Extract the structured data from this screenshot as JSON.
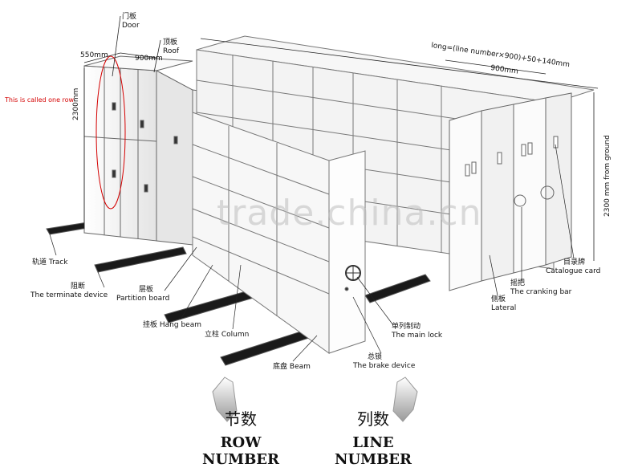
{
  "colors": {
    "accent_red": "#d40000",
    "line": "#333333",
    "cabinet": "#f2f2f2",
    "track": "#1a1a1a"
  },
  "annotation": "This is called one row",
  "dimensions": {
    "depth": "550mm",
    "width": "900mm",
    "height": "2300mm",
    "overall_length": "long=(line number×900)+50+140mm",
    "column_width": "900mm",
    "height_from_ground": "2300 mm from ground"
  },
  "labels": {
    "door": {
      "cn": "门板",
      "en": "Door"
    },
    "roof": {
      "cn": "顶板",
      "en": "Roof"
    },
    "track": {
      "cn": "轨道",
      "en": "Track"
    },
    "terminate": {
      "cn": "阻断",
      "en": "The terminate device"
    },
    "partition": {
      "cn": "层板",
      "en": "Partition board"
    },
    "hang_beam": {
      "cn": "挂板",
      "en": "Hang beam"
    },
    "column": {
      "cn": "立柱",
      "en": "Column"
    },
    "chassis": {
      "cn": "底盘",
      "en": "Beam"
    },
    "brake": {
      "cn": "总锁",
      "en": "The brake device"
    },
    "main_lock": {
      "cn": "单列制动",
      "en": "The main lock"
    },
    "lateral": {
      "cn": "侧板",
      "en": "Lateral"
    },
    "cranking": {
      "cn": "摇把",
      "en": "The cranking bar"
    },
    "catalogue": {
      "cn": "目录牌",
      "en": "Catalogue card"
    }
  },
  "watermark": "trade.china.cn",
  "bottom": {
    "row": {
      "cn": "节数",
      "en": "ROW NUMBER"
    },
    "line": {
      "cn": "列数",
      "en": "LINE NUMBER"
    }
  }
}
